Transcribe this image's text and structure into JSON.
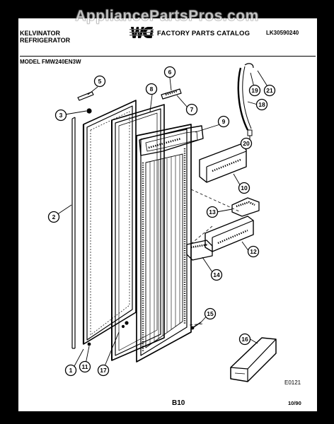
{
  "watermark": "AppliancePartsPros.com",
  "header": {
    "brand_line1": "KELVINATOR",
    "brand_line2": "REFRIGERATOR",
    "logo_text": "WCI",
    "catalog_title": "FACTORY PARTS CATALOG",
    "document_number": "LK30590240"
  },
  "model_line": "MODEL FMW240EN3W",
  "callouts": [
    "1",
    "2",
    "3",
    "5",
    "6",
    "7",
    "8",
    "9",
    "10",
    "11",
    "12",
    "13",
    "14",
    "15",
    "16",
    "17",
    "18",
    "19",
    "20",
    "21"
  ],
  "footer": {
    "figure_code": "E0121",
    "page_number": "B10",
    "date_code": "10/90"
  }
}
